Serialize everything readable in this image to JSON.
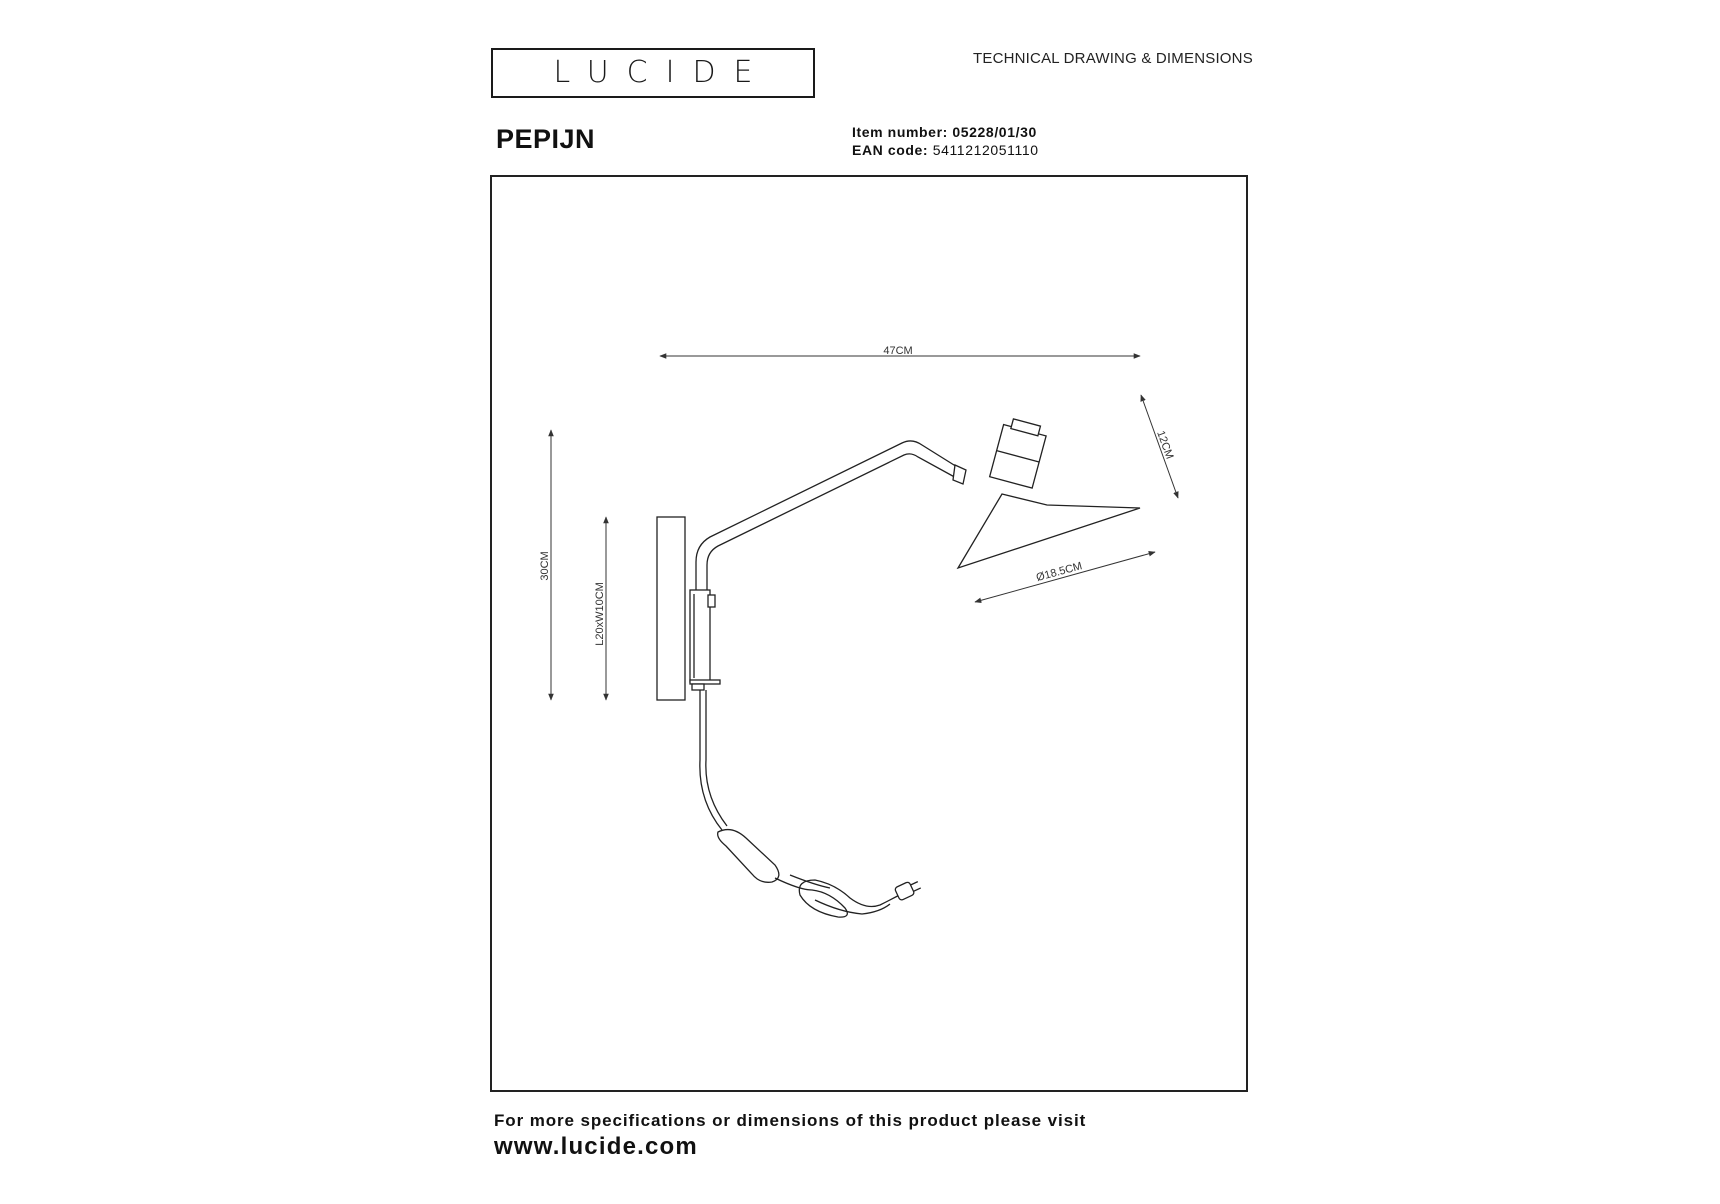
{
  "brand": {
    "logo_text": "LUCIDE"
  },
  "header": {
    "doc_title": "TECHNICAL DRAWING & DIMENSIONS",
    "product_name": "PEPIJN",
    "item_number_label": "Item number:",
    "item_number_value": "05228/01/30",
    "ean_label": "EAN code:",
    "ean_value": "5411212051110"
  },
  "drawing": {
    "dimensions": {
      "width": "47CM",
      "height": "30CM",
      "backplate": "L20xW10CM",
      "shade_height": "12CM",
      "shade_diameter": "Ø18.5CM"
    }
  },
  "footer": {
    "text": "For more specifications or dimensions of this product please visit",
    "url": "www.lucide.com"
  }
}
